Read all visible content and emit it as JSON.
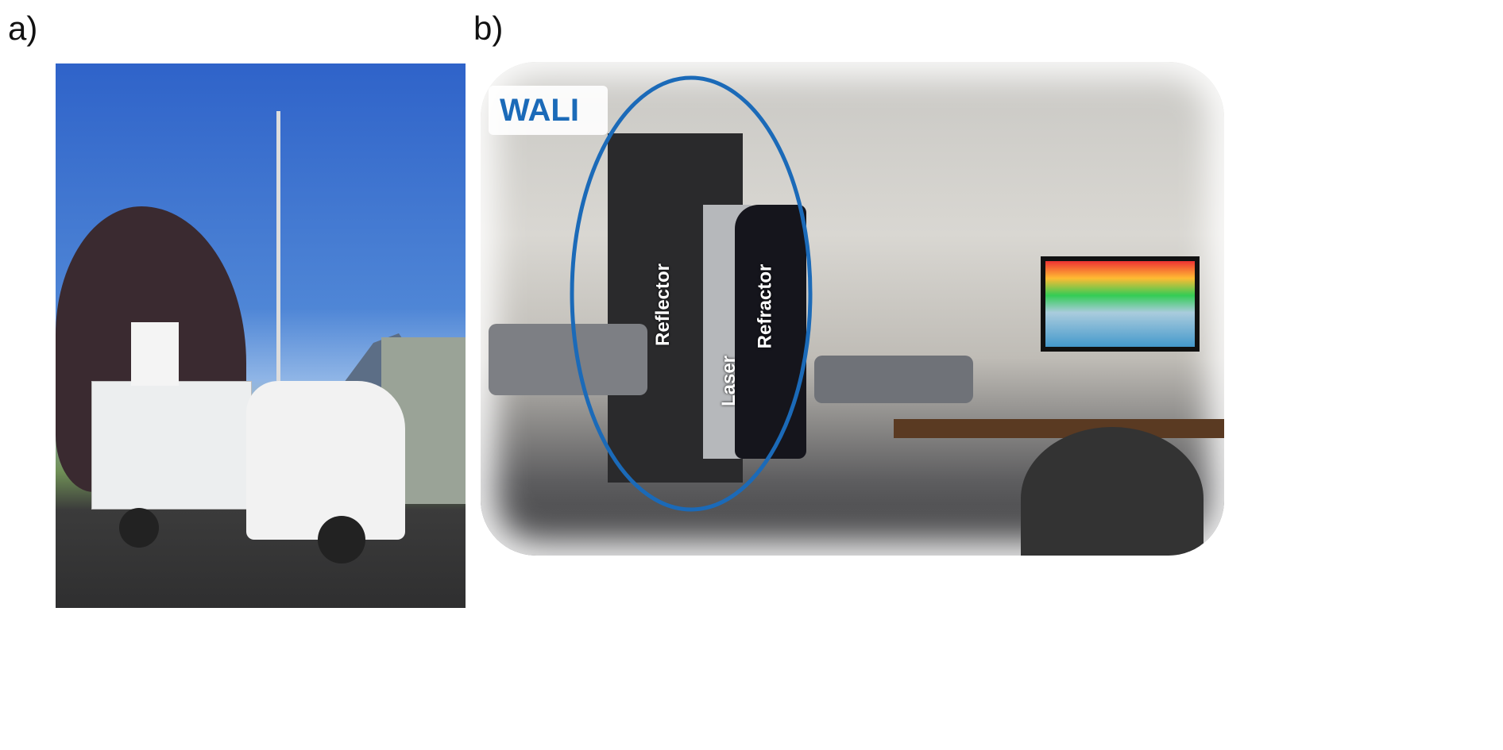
{
  "panels": [
    {
      "label": "a)"
    },
    {
      "label": "b)"
    }
  ],
  "annotations": {
    "title": "WALI",
    "reflector": "Reflector",
    "laser": "Laser",
    "refractor": "Refractor"
  },
  "colors": {
    "ellipse": "#1b6ab8",
    "title": "#1b6ab8"
  }
}
